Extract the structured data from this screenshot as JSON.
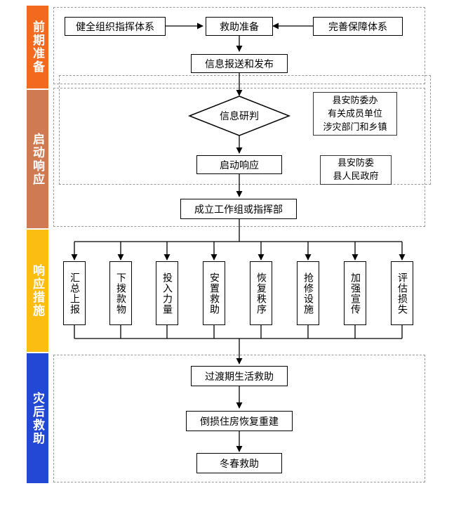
{
  "stages": [
    {
      "label": "前期准备",
      "color": "#f36a1f"
    },
    {
      "label": "启动响应",
      "color": "#cf7a52"
    },
    {
      "label": "响应措施",
      "color": "#fbbd12"
    },
    {
      "label": "灾后救助",
      "color": "#2348d6"
    }
  ],
  "nodes": {
    "org_system": "健全组织指挥体系",
    "rescue_prep": "救助准备",
    "guarantee_system": "完善保障体系",
    "info_report": "信息报送和发布",
    "info_analysis": "信息研判",
    "start_response": "启动响应",
    "set_up_group": "成立工作组或指挥部",
    "transition_aid": "过渡期生活救助",
    "house_rebuild": "倒损住房恢复重建",
    "winter_aid": "冬春救助"
  },
  "notes": {
    "analysis_parties": [
      "县安防委办",
      "有关成员单位",
      "涉灾部门和乡镇"
    ],
    "start_parties": [
      "县安防委",
      "县人民政府"
    ]
  },
  "measures": [
    "汇总上报",
    "下拨款物",
    "投入力量",
    "安置救助",
    "恢复秩序",
    "抢修设施",
    "加强宣传",
    "评估损失"
  ]
}
